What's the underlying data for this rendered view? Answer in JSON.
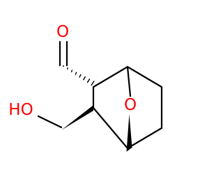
{
  "molecule": {
    "atoms": {
      "aldehyde_oxygen": {
        "label": "O",
        "color": "#ff0000"
      },
      "bridge_oxygen": {
        "label": "O",
        "color": "#ff0000"
      },
      "hydroxyl": {
        "label": "HO",
        "color": "#ff0000"
      }
    },
    "bond_color": "#000000",
    "background": "#ffffff"
  }
}
